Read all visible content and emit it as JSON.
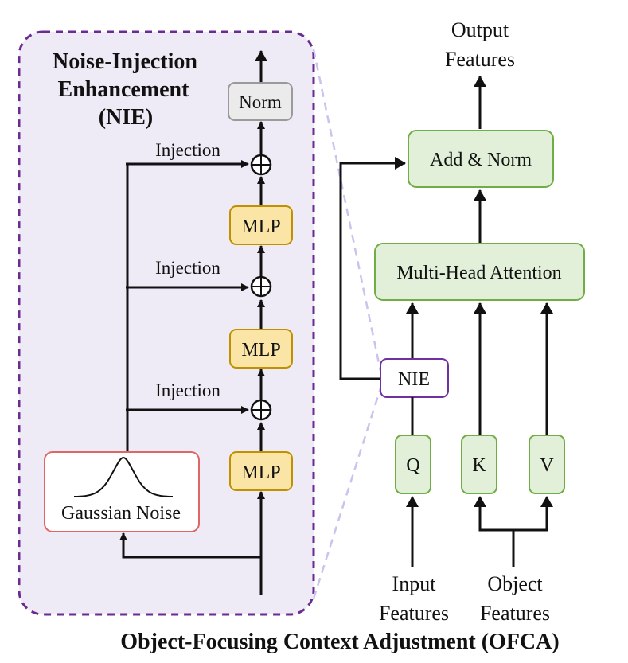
{
  "nie_panel": {
    "title_line1": "Noise-Injection",
    "title_line2": "Enhancement",
    "title_line3": "(NIE)",
    "norm_label": "Norm",
    "mlp_labels": [
      "MLP",
      "MLP",
      "MLP"
    ],
    "injection_labels": [
      "Injection",
      "Injection",
      "Injection"
    ],
    "noise_label": "Gaussian Noise"
  },
  "ofca": {
    "output_line1": "Output",
    "output_line2": "Features",
    "add_norm_label": "Add & Norm",
    "mha_label": "Multi-Head Attention",
    "nie_label": "NIE",
    "q_label": "Q",
    "k_label": "K",
    "v_label": "V",
    "input_line1": "Input",
    "input_line2": "Features",
    "object_line1": "Object",
    "object_line2": "Features",
    "caption": "Object-Focusing Context Adjustment (OFCA)"
  },
  "colors": {
    "panel_fill": "#eeeaf6",
    "panel_border": "#6a2c91",
    "green_fill": "#e2f0d9",
    "green_border": "#70ad47",
    "mlp_fill": "#fbe5a6",
    "mlp_border": "#bf9000",
    "norm_fill": "#ebebeb",
    "noise_border": "#e06666",
    "nie_border": "#7030a0",
    "dash_link": "#c9c3ee"
  }
}
